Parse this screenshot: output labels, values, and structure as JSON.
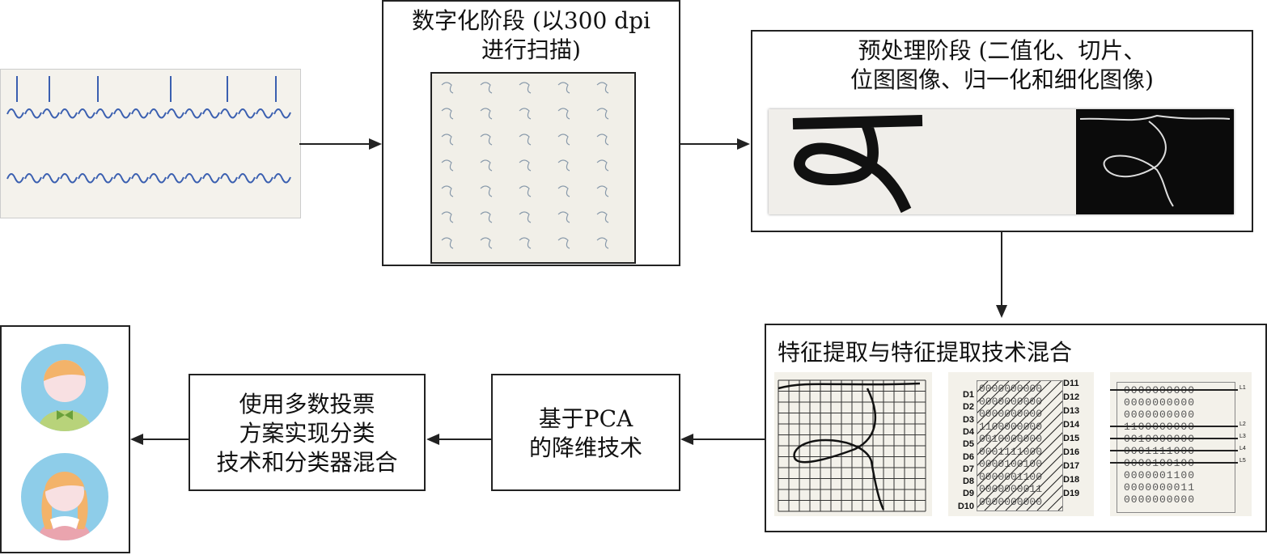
{
  "stages": {
    "digitization": "数字化阶段 (以300 dpi\n进行扫描)",
    "preprocessing": "预处理阶段 (二值化、切片、\n位图图像、归一化和细化图像)",
    "feature_extraction": "特征提取与特征提取技术混合",
    "pca": "基于PCA\n的降维技术",
    "classification": "使用多数投票\n方案实现分类\n技术和分类器混合"
  },
  "feature_panel": {
    "left_labels": [
      "D1",
      "D2",
      "D3",
      "D4",
      "D5",
      "D6",
      "D7",
      "D8",
      "D9",
      "D10"
    ],
    "right_labels": [
      "D11",
      "D12",
      "D13",
      "D14",
      "D15",
      "D16",
      "D17",
      "D18",
      "D19"
    ],
    "line_labels": [
      "L1",
      "L2",
      "L3",
      "L4",
      "L5"
    ],
    "matrix": [
      "0000000000",
      "0000000000",
      "0000000000",
      "1100000000",
      "0010000000",
      "0001111000",
      "0000100100",
      "0000001100",
      "0000000011",
      "0000000000"
    ]
  },
  "colors": {
    "avatar_bg": "#8ecde9",
    "hair": "#f3b36a",
    "face": "#f8e0e2",
    "shirt_boy": "#b8d37a",
    "tie": "#6aa03a",
    "shirt_girl": "#eaa4ae"
  }
}
